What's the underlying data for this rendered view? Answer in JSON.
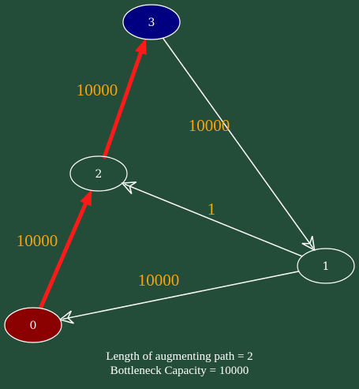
{
  "colors": {
    "background": "#234d38",
    "edge_default": "#ffffff",
    "edge_augmenting": "#ff1a1a",
    "label_text": "#f5a30f",
    "node_text": "#ffffff"
  },
  "nodes": [
    {
      "id": "0",
      "label": "0",
      "fill": "#8b0000"
    },
    {
      "id": "1",
      "label": "1",
      "fill": "none"
    },
    {
      "id": "2",
      "label": "2",
      "fill": "none"
    },
    {
      "id": "3",
      "label": "3",
      "fill": "#000080"
    }
  ],
  "edges": [
    {
      "from": "0",
      "to": "2",
      "capacity": "10000",
      "augmenting": true
    },
    {
      "from": "2",
      "to": "3",
      "capacity": "10000",
      "augmenting": true
    },
    {
      "from": "3",
      "to": "1",
      "capacity": "10000",
      "augmenting": false
    },
    {
      "from": "1",
      "to": "2",
      "capacity": "1",
      "augmenting": false
    },
    {
      "from": "1",
      "to": "0",
      "capacity": "10000",
      "augmenting": false
    }
  ],
  "caption": {
    "path_length": "Length of augmenting path = 2",
    "bottleneck": "Bottleneck Capacity = 10000"
  }
}
